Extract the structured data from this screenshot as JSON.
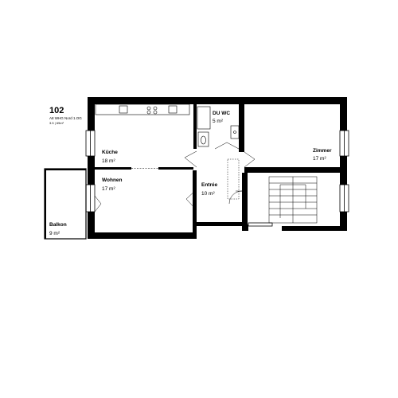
{
  "unit": {
    "number": "102",
    "line1": "A8 WHG Nord 1.OG",
    "line2": "3.5 | 69m²"
  },
  "rooms": {
    "kueche": {
      "name": "Küche",
      "area": "18 m²"
    },
    "wohnen": {
      "name": "Wohnen",
      "area": "17 m²"
    },
    "duwc": {
      "name": "DU WC",
      "area": "5 m²"
    },
    "entree": {
      "name": "Entrée",
      "area": "10 m²"
    },
    "zimmer": {
      "name": "Zimmer",
      "area": "17 m²"
    },
    "balkon": {
      "name": "Balkon",
      "area": "9 m²"
    }
  }
}
